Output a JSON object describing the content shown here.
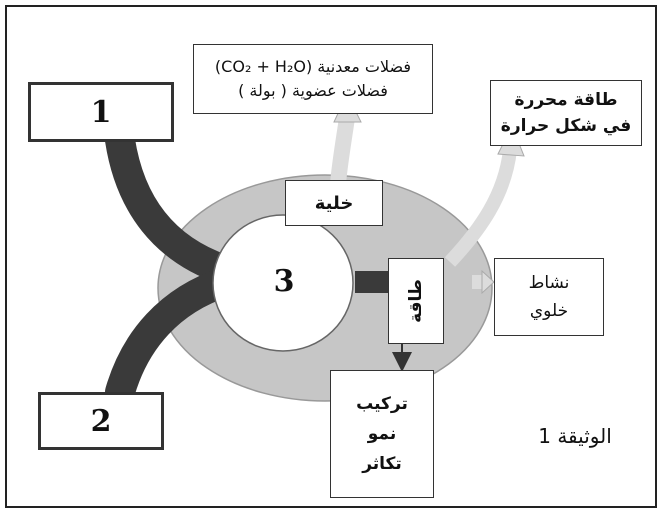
{
  "diagram": {
    "box1": "1",
    "box2": "2",
    "center": "3",
    "waste_line1": "فضلات معدنية (CO₂ + H₂O)",
    "waste_line2": "فضلات عضوية ( بولة )",
    "heat_line1": "طاقة محررة",
    "heat_line2": "في شكل حرارة",
    "cell_label": "خلية",
    "energy_label": "طاقة",
    "activity_line1": "نشاط",
    "activity_line2": "خلوي",
    "synthesis_line1": "تركيب",
    "synthesis_line2": "نمو",
    "synthesis_line3": "تكاثر",
    "doc_label": "الوثيقة 1"
  },
  "colors": {
    "ring": "#c6c6c6",
    "thick_arrow": "#3a3a3a",
    "light_arrow": "#dcdcdc",
    "frame": "#222222"
  }
}
